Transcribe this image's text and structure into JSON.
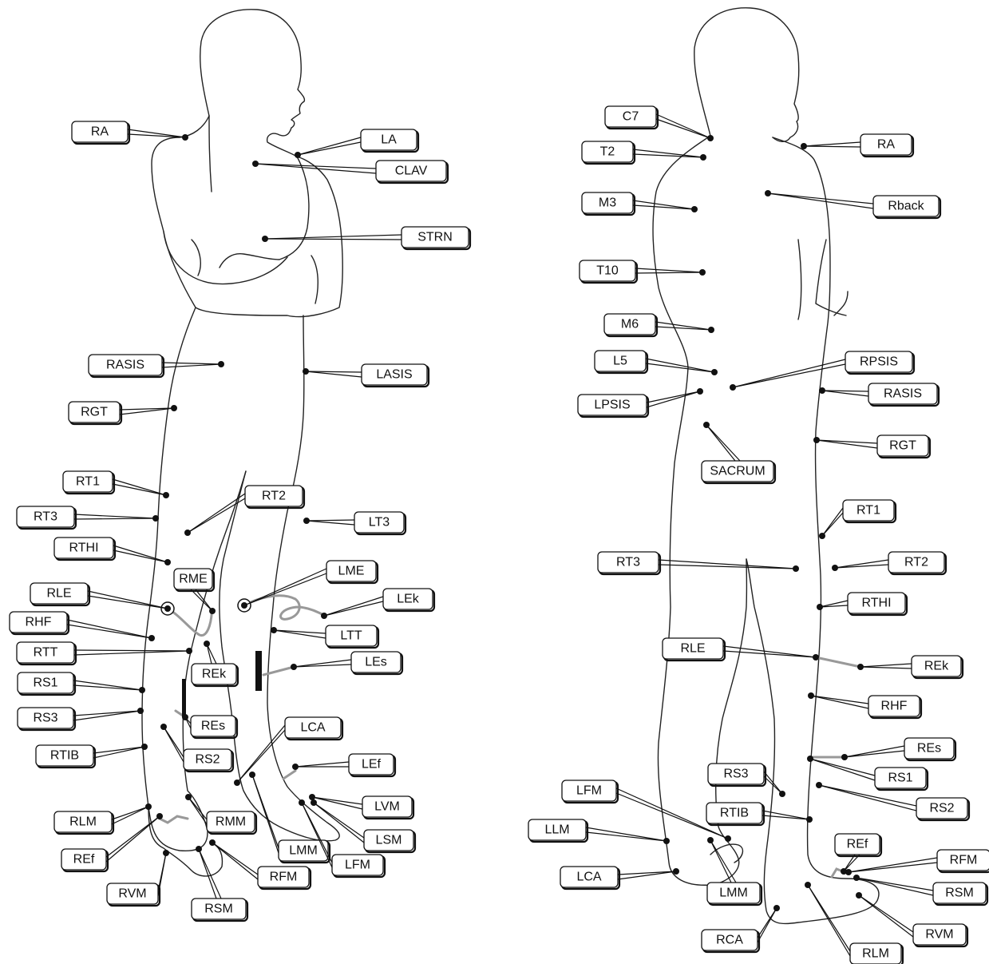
{
  "front_view": {
    "markers": [
      {
        "id": "RA",
        "label": "RA"
      },
      {
        "id": "LA",
        "label": "LA"
      },
      {
        "id": "CLAV",
        "label": "CLAV"
      },
      {
        "id": "STRN",
        "label": "STRN"
      },
      {
        "id": "RASIS",
        "label": "RASIS"
      },
      {
        "id": "LASIS",
        "label": "LASIS"
      },
      {
        "id": "RGT",
        "label": "RGT"
      },
      {
        "id": "RT1",
        "label": "RT1"
      },
      {
        "id": "RT2",
        "label": "RT2"
      },
      {
        "id": "RT3",
        "label": "RT3"
      },
      {
        "id": "LT3",
        "label": "LT3"
      },
      {
        "id": "RTHI",
        "label": "RTHI"
      },
      {
        "id": "RME",
        "label": "RME"
      },
      {
        "id": "LME",
        "label": "LME"
      },
      {
        "id": "RLE",
        "label": "RLE"
      },
      {
        "id": "LEk",
        "label": "LEk"
      },
      {
        "id": "RHF",
        "label": "RHF"
      },
      {
        "id": "LTT",
        "label": "LTT"
      },
      {
        "id": "RTT",
        "label": "RTT"
      },
      {
        "id": "REk",
        "label": "REk"
      },
      {
        "id": "LEs",
        "label": "LEs"
      },
      {
        "id": "RS1",
        "label": "RS1"
      },
      {
        "id": "RS3",
        "label": "RS3"
      },
      {
        "id": "REs",
        "label": "REs"
      },
      {
        "id": "LCA",
        "label": "LCA"
      },
      {
        "id": "RS2",
        "label": "RS2"
      },
      {
        "id": "RTIB",
        "label": "RTIB"
      },
      {
        "id": "LEf",
        "label": "LEf"
      },
      {
        "id": "LVM",
        "label": "LVM"
      },
      {
        "id": "RLM",
        "label": "RLM"
      },
      {
        "id": "RMM",
        "label": "RMM"
      },
      {
        "id": "LSM",
        "label": "LSM"
      },
      {
        "id": "LMM",
        "label": "LMM"
      },
      {
        "id": "REf",
        "label": "REf"
      },
      {
        "id": "LFM",
        "label": "LFM"
      },
      {
        "id": "RFM",
        "label": "RFM"
      },
      {
        "id": "RVM",
        "label": "RVM"
      },
      {
        "id": "RSM",
        "label": "RSM"
      }
    ]
  },
  "back_view": {
    "markers": [
      {
        "id": "C7",
        "label": "C7"
      },
      {
        "id": "T2",
        "label": "T2"
      },
      {
        "id": "RA",
        "label": "RA"
      },
      {
        "id": "M3",
        "label": "M3"
      },
      {
        "id": "Rback",
        "label": "Rback"
      },
      {
        "id": "T10",
        "label": "T10"
      },
      {
        "id": "M6",
        "label": "M6"
      },
      {
        "id": "L5",
        "label": "L5"
      },
      {
        "id": "RPSIS",
        "label": "RPSIS"
      },
      {
        "id": "LPSIS",
        "label": "LPSIS"
      },
      {
        "id": "RASIS",
        "label": "RASIS"
      },
      {
        "id": "SACRUM",
        "label": "SACRUM"
      },
      {
        "id": "RGT",
        "label": "RGT"
      },
      {
        "id": "RT1",
        "label": "RT1"
      },
      {
        "id": "RT3",
        "label": "RT3"
      },
      {
        "id": "RT2",
        "label": "RT2"
      },
      {
        "id": "RTHI",
        "label": "RTHI"
      },
      {
        "id": "RLE",
        "label": "RLE"
      },
      {
        "id": "REk",
        "label": "REk"
      },
      {
        "id": "RHF",
        "label": "RHF"
      },
      {
        "id": "REs",
        "label": "REs"
      },
      {
        "id": "RS3",
        "label": "RS3"
      },
      {
        "id": "RS1",
        "label": "RS1"
      },
      {
        "id": "RS2",
        "label": "RS2"
      },
      {
        "id": "LFM",
        "label": "LFM"
      },
      {
        "id": "RTIB",
        "label": "RTIB"
      },
      {
        "id": "LLM",
        "label": "LLM"
      },
      {
        "id": "REf",
        "label": "REf"
      },
      {
        "id": "RFM",
        "label": "RFM"
      },
      {
        "id": "LCA",
        "label": "LCA"
      },
      {
        "id": "LMM",
        "label": "LMM"
      },
      {
        "id": "RSM",
        "label": "RSM"
      },
      {
        "id": "RVM",
        "label": "RVM"
      },
      {
        "id": "RCA",
        "label": "RCA"
      },
      {
        "id": "RLM",
        "label": "RLM"
      }
    ]
  }
}
